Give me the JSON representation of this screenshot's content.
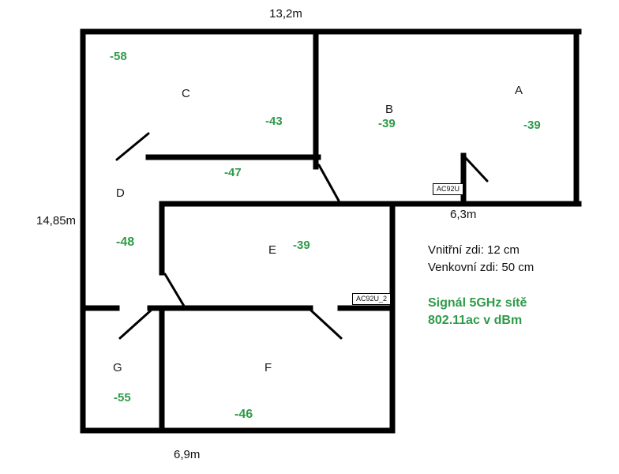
{
  "dimensions": {
    "top_width": "13,2m",
    "left_height": "14,85m",
    "right_section_width": "6,3m",
    "bottom_width": "6,9m"
  },
  "rooms": {
    "a": {
      "name": "A",
      "signal": "-39"
    },
    "b": {
      "name": "B",
      "signal": "-39"
    },
    "c": {
      "name": "C",
      "signal_nw": "-58",
      "signal_se": "-43"
    },
    "d": {
      "name": "D",
      "signal_hall": "-47",
      "signal_main": "-48"
    },
    "e": {
      "name": "E",
      "signal": "-39"
    },
    "f": {
      "name": "F",
      "signal": "-46"
    },
    "g": {
      "name": "G",
      "signal": "-55"
    }
  },
  "access_points": {
    "ap1": "AC92U",
    "ap2": "AC92U_2"
  },
  "notes": {
    "inner_walls": "Vnitřní zdi: 12 cm",
    "outer_walls": "Venkovní zdi: 50 cm"
  },
  "legend": {
    "line1": "Signál 5GHz sítě",
    "line2": "802.11ac v dBm"
  },
  "colors": {
    "signal_green": "#2e9b48",
    "wall_black": "#000000"
  }
}
